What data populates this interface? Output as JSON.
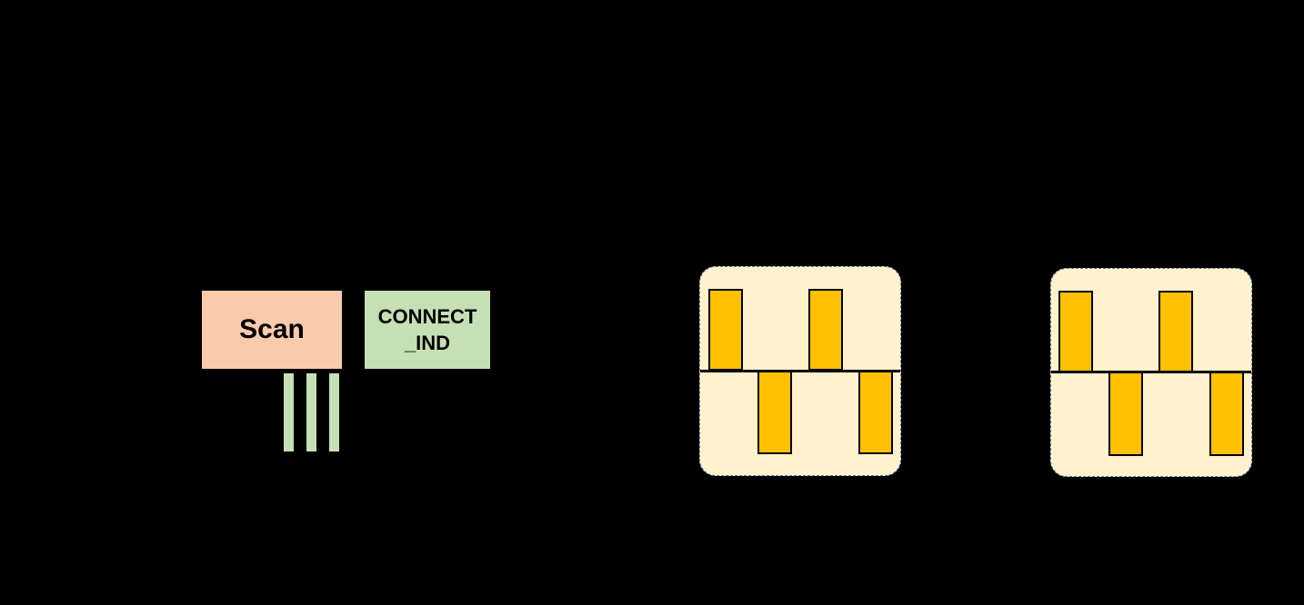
{
  "scan": {
    "label": "Scan",
    "fill": "#F8CBAD"
  },
  "connect_ind": {
    "label": "CONNECT\n_IND",
    "fill": "#C5E0B4"
  },
  "scan_stripes": {
    "count": 3,
    "fill": "#C5E0B4"
  },
  "timing_panels": [
    {
      "background": "#FFF2CC",
      "pulse_fill": "#FFC000",
      "pulses_above": 2,
      "pulses_below": 2
    },
    {
      "background": "#FFF2CC",
      "pulse_fill": "#FFC000",
      "pulses_above": 2,
      "pulses_below": 2
    }
  ]
}
